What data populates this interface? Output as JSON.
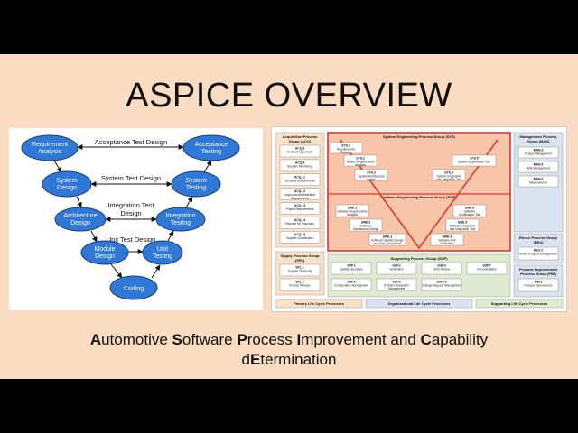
{
  "slide": {
    "title": "ASPICE OVERVIEW",
    "subtitle_line1": [
      {
        "bold": "A",
        "rest": "utomotive "
      },
      {
        "bold": "S",
        "rest": "oftware "
      },
      {
        "bold": "P",
        "rest": "rocess "
      },
      {
        "bold": "I",
        "rest": "mprovement and "
      },
      {
        "bold": "C",
        "rest": "apability"
      }
    ],
    "subtitle_line2": [
      {
        "bold": "",
        "rest": "d"
      },
      {
        "bold": "E",
        "rest": "termination"
      }
    ]
  },
  "vmodel": {
    "nodes": {
      "req": [
        "Requirement",
        "Analysis"
      ],
      "acc": [
        "Acceptance",
        "Testing"
      ],
      "sysd": [
        "System",
        "Design"
      ],
      "syst": [
        "System",
        "Testing"
      ],
      "arch": [
        "Architecture",
        "Design"
      ],
      "integ": [
        "Integration",
        "Testing"
      ],
      "mod": [
        "Module",
        "Design"
      ],
      "unit": [
        "Unit",
        "Testing"
      ],
      "coding": [
        "Coding"
      ]
    },
    "edges": {
      "acceptance": "Acceptance Test Design",
      "system": "System Test Design",
      "integration_1": "Integration Test",
      "integration_2": "Design",
      "unit": "Unit Test Design"
    }
  },
  "aspice": {
    "acq_group": "Acquisition Process Group (ACQ)",
    "acq_items": [
      {
        "code": "ACQ.3",
        "name": "Contract Agreement"
      },
      {
        "code": "ACQ.4",
        "name": "Supplier Monitoring"
      },
      {
        "code": "ACQ.11",
        "name": "Technical Requirements"
      },
      {
        "code": "ACQ.12",
        "name": "Legal and Administrative Requirements"
      },
      {
        "code": "ACQ.13",
        "name": "Project Requirements"
      },
      {
        "code": "ACQ.14",
        "name": "Request for Proposals"
      },
      {
        "code": "ACQ.15",
        "name": "Supplier Qualification"
      }
    ],
    "spl_group": "Supply Process Group (SPL)",
    "spl_items": [
      {
        "code": "SPL.1",
        "name": "Supplier Tendering"
      },
      {
        "code": "SPL.2",
        "name": "Product Release"
      }
    ],
    "sys_group": "System Engineering Process Group (SYS)",
    "sys_items": [
      {
        "code": "SYS.1",
        "name": "Requirements Elicitation"
      },
      {
        "code": "SYS.2",
        "name": "System Requirements Analysis"
      },
      {
        "code": "SYS.3",
        "name": "System Architectural Design"
      },
      {
        "code": "SYS.4",
        "name": "System Integration and Integration Test"
      },
      {
        "code": "SYS.5",
        "name": "System Qualification Test"
      }
    ],
    "swe_group": "Software Engineering Process Group (SWE)",
    "swe_items": [
      {
        "code": "SWE.1",
        "name": "Software Requirements Analysis"
      },
      {
        "code": "SWE.2",
        "name": "Software Architectural Design"
      },
      {
        "code": "SWE.3",
        "name": "Software Detailed Design and Unit Construction"
      },
      {
        "code": "SWE.4",
        "name": "Software Unit Verification"
      },
      {
        "code": "SWE.5",
        "name": "Software Integration and Integration Test"
      },
      {
        "code": "SWE.6",
        "name": "Software Qualification Test"
      }
    ],
    "sup_group": "Supporting Process Group (SUP)",
    "sup_items": [
      {
        "code": "SUP.1",
        "name": "Quality Assurance"
      },
      {
        "code": "SUP.2",
        "name": "Verification"
      },
      {
        "code": "SUP.4",
        "name": "Joint Review"
      },
      {
        "code": "SUP.7",
        "name": "Documentation"
      },
      {
        "code": "SUP.8",
        "name": "Configuration Management"
      },
      {
        "code": "SUP.9",
        "name": "Problem Resolution Management"
      },
      {
        "code": "SUP.10",
        "name": "Change Request Management"
      }
    ],
    "man_group": "Management Process Group (MAN)",
    "man_items": [
      {
        "code": "MAN.3",
        "name": "Project Management"
      },
      {
        "code": "MAN.5",
        "name": "Risk Management"
      },
      {
        "code": "MAN.6",
        "name": "Measurement"
      }
    ],
    "reu_group": "Reuse Process Group (REU)",
    "reu_items": [
      {
        "code": "REU.2",
        "name": "Reuse Program Management"
      }
    ],
    "pim_group": "Process Improvement Process Group (PIM)",
    "pim_items": [
      {
        "code": "PIM.3",
        "name": "Process Improvement"
      }
    ],
    "footer": {
      "primary": "Primary Life Cycle Processes",
      "organizational": "Organizational Life Cycle Processes",
      "supporting": "Supporting Life Cycle Processes"
    },
    "colors": {
      "acq_bg": "#fbe1c8",
      "spl_bg": "#fbe1c8",
      "eng_bg": "#f8c5a8",
      "sup_bg": "#dfead0",
      "org_bg": "#dbe3f0",
      "red": "#d63b30",
      "box_border": "#7a7a7a"
    }
  },
  "colors": {
    "slide_bg": "#f9dcc1",
    "node_fill": "#2f78d6",
    "node_stroke": "#1a3d7a"
  }
}
